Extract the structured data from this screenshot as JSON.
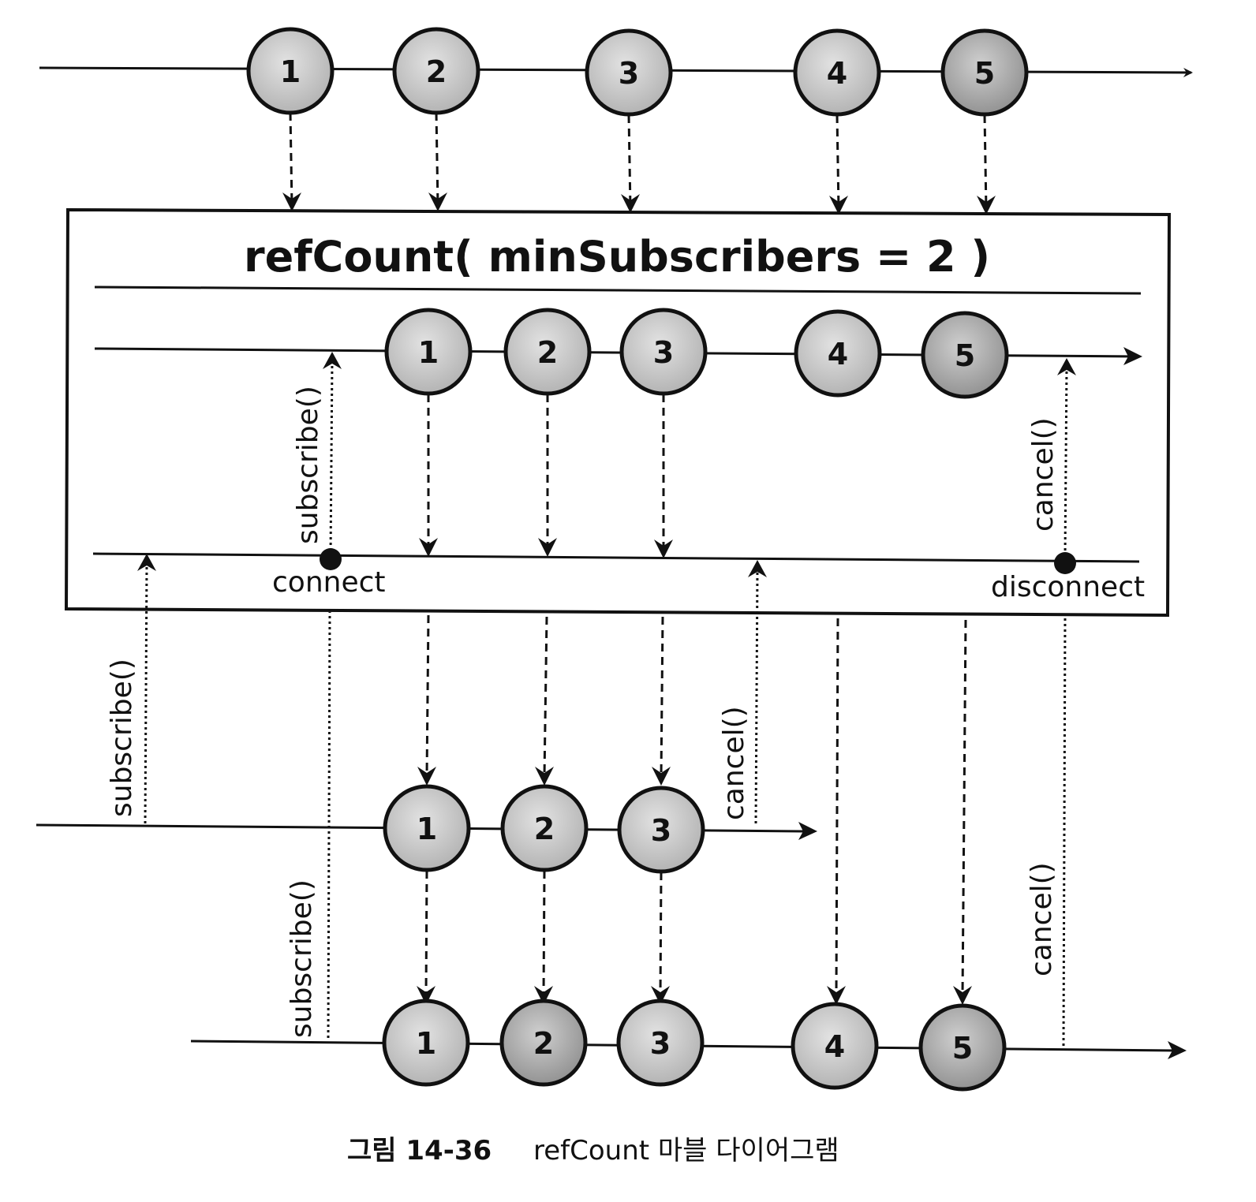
{
  "operator": {
    "title": "refCount( minSubscribers = 2 )"
  },
  "marbles": {
    "source": [
      "1",
      "2",
      "3",
      "4",
      "5"
    ],
    "internal": [
      "1",
      "2",
      "3",
      "4",
      "5"
    ],
    "subscriber_a": [
      "1",
      "2",
      "3"
    ],
    "subscriber_b": [
      "1",
      "2",
      "3",
      "4",
      "5"
    ]
  },
  "calls": {
    "subscribe": "subscribe()",
    "cancel": "cancel()"
  },
  "events": {
    "connect": "connect",
    "disconnect": "disconnect"
  },
  "caption": {
    "number": "그림 14-36",
    "text": "refCount 마블 다이어그램"
  },
  "colors": {
    "line": "#111111",
    "marble_fill": "#c9c9c9",
    "marble_fill_dark": "#a8a8a8",
    "box_border": "#111111"
  }
}
